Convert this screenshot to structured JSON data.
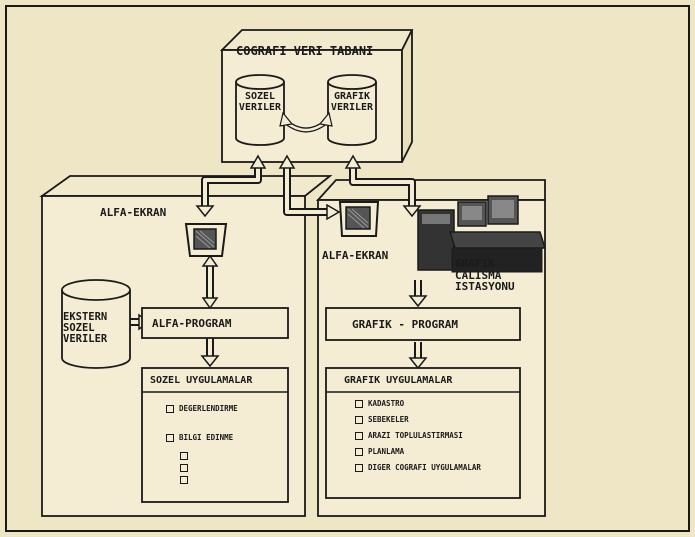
{
  "top_box": {
    "title": "COGRAFI VERI TABANI",
    "left_db": "SOZEL\nVERILER",
    "right_db": "GRAFIK\nVERILER"
  },
  "left_panel": {
    "terminal_label": "ALFA-EKRAN",
    "external_db": "EKSTERN\nSOZEL\nVERILER",
    "program_label": "ALFA-PROGRAM",
    "apps_title": "SOZEL UYGULAMALAR",
    "apps": [
      "DEGERLENDIRME",
      "BILGI EDINME"
    ],
    "extra_checkbox_count": 3
  },
  "right_panel": {
    "terminal_label": "ALFA-EKRAN",
    "workstation_label": "GRAFIK\nCALISMA\nISTASYONU",
    "program_label": "GRAFIK - PROGRAM",
    "apps_title": "GRAFIK UYGULAMALAR",
    "apps": [
      "KADASTRO",
      "SEBEKELER",
      "ARAZI TOPLULASTIRMASI",
      "PLANLAMA",
      "DIGER COGRAFI UYGULAMALAR"
    ]
  }
}
